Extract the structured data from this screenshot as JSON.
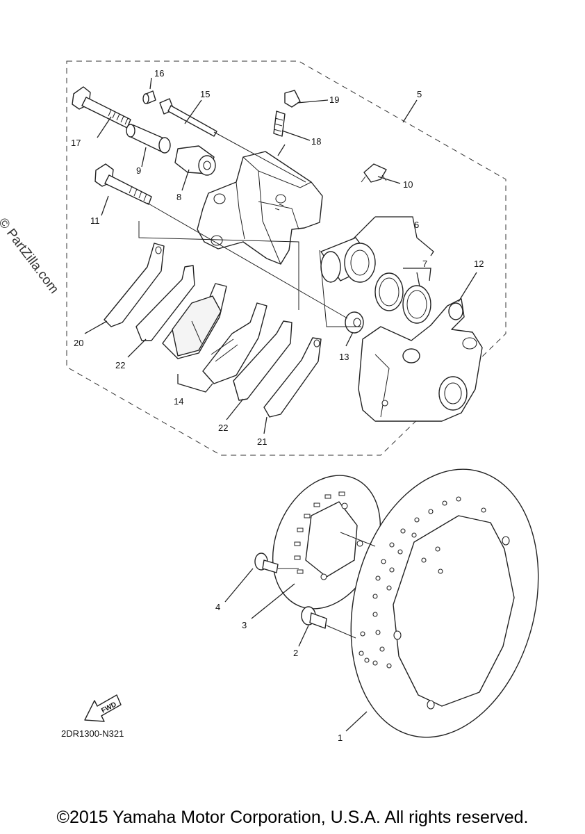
{
  "watermark": "© PartZilla.com",
  "diagram_code": "2DR1300-N321",
  "fwd_label": "FWD",
  "copyright": "©2015 Yamaha Motor Corporation, U.S.A. All rights reserved.",
  "callouts": {
    "c1": "1",
    "c2": "2",
    "c3": "3",
    "c4": "4",
    "c5": "5",
    "c6": "6",
    "c7": "7",
    "c8": "8",
    "c9": "9",
    "c10": "10",
    "c11": "11",
    "c12": "12",
    "c13": "13",
    "c14": "14",
    "c15": "15",
    "c16": "16",
    "c17": "17",
    "c18": "18",
    "c19": "19",
    "c20": "20",
    "c21": "21",
    "c22a": "22",
    "c22b": "22"
  }
}
